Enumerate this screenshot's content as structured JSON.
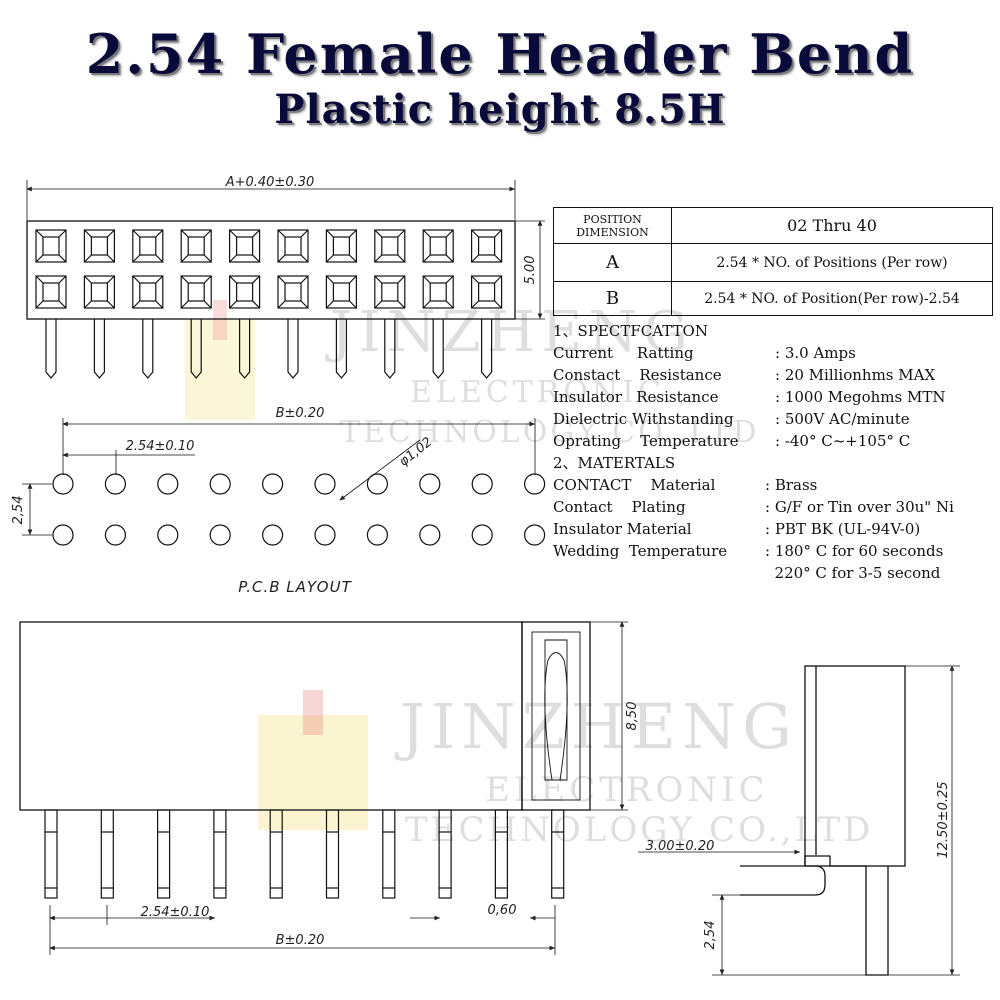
{
  "title": "2.54 Female Header Bend",
  "subtitle": "Plastic height 8.5H",
  "dims": {
    "top_width": "A+0.40±0.30",
    "top_height": "5.00",
    "pcb_width": "B±0.20",
    "pcb_pitch": "2.54±0.10",
    "pcb_row_pitch": "2,54",
    "pcb_hole": "φ1,02",
    "pcb_label": "P.C.B  LAYOUT",
    "plastic_height": "8,50",
    "bottom_pitch": "2.54±0.10",
    "pin_width": "0,60",
    "bottom_width": "B±0.20",
    "side_offset": "3.00±0.20",
    "side_height": "12.50±0.25",
    "side_pitch": "2,54"
  },
  "table": {
    "header_line1": "POSITION",
    "header_line2": "DIMENSION",
    "header_value": "02 Thru 40",
    "row_a_label": "A",
    "row_a_value": "2.54 * NO. of  Positions (Per row)",
    "row_b_label": "B",
    "row_b_value": "2.54 * NO. of Position(Per row)-2.54"
  },
  "spec": {
    "heading1": "1、SPECTFCATTON",
    "rows1": [
      {
        "label": "Current     Ratting",
        "value": ": 3.0 Amps"
      },
      {
        "label": "Constact    Resistance",
        "value": ": 20 Millionhms MAX"
      },
      {
        "label": "Insulator   Resistance",
        "value": ": 1000 Megohms MTN"
      },
      {
        "label": "Dielectric Withstanding",
        "value": ": 500V AC/minute"
      },
      {
        "label": "Oprating    Temperature",
        "value": ": -40° C~+105° C"
      }
    ],
    "heading2": "2、MATERTALS",
    "rows2": [
      {
        "label": "CONTACT    Material",
        "value": ": Brass"
      },
      {
        "label": "Contact    Plating",
        "value": ": G/F or Tin over 30u\" Ni"
      },
      {
        "label": "Insulator Material",
        "value": ": PBT BK (UL-94V-0)"
      },
      {
        "label": "Wedding  Temperature",
        "value": ": 180° C for 60 seconds"
      },
      {
        "label": "",
        "value": "  220° C for 3-5 second"
      }
    ]
  },
  "watermark": {
    "line1": "JINZHENG",
    "line2": "ELECTRONIC",
    "line3": "TECHNOLOGY CO.,LTD"
  }
}
